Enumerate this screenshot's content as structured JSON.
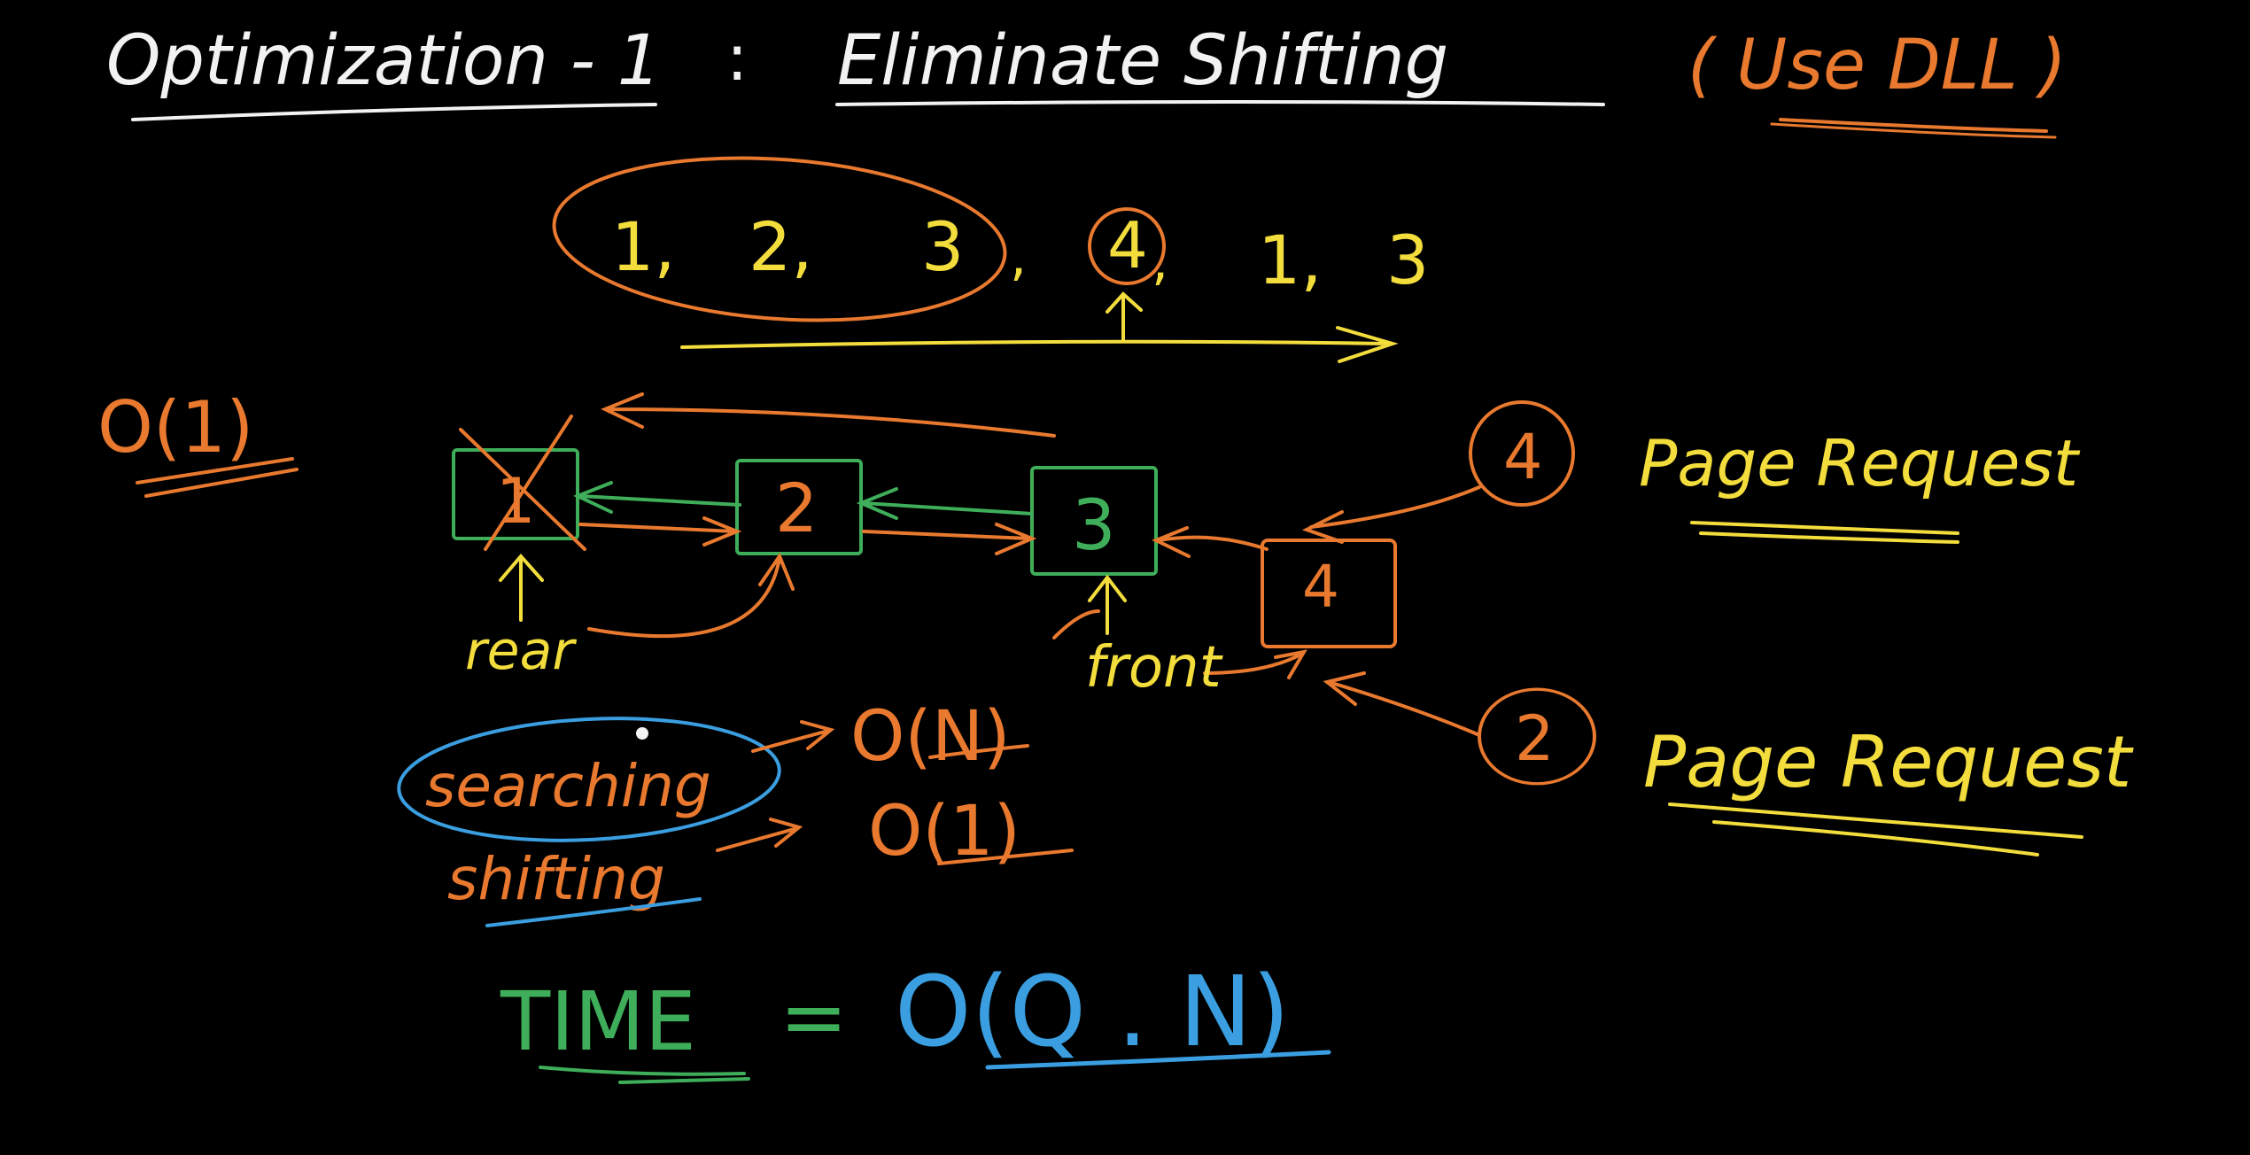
{
  "colors": {
    "background": "#000000",
    "white": "#f2f2f2",
    "orange": "#e8792e",
    "yellow": "#f3dd3c",
    "green": "#3fae5a",
    "blue": "#3a9ee0"
  },
  "title": {
    "left": "Optimization - 1",
    "colon": ":",
    "right": "Eliminate Shifting",
    "note": "( Use DLL )"
  },
  "sequence": {
    "items": [
      "1,",
      "2,",
      "3",
      ",",
      "4",
      ",",
      "1,",
      "3"
    ]
  },
  "complexity_left": "O(1)",
  "nodes": [
    "1",
    "2",
    "3",
    "4"
  ],
  "labels": {
    "rear": "rear",
    "front": "front"
  },
  "requests": [
    {
      "page": "4",
      "label": "Page Request"
    },
    {
      "page": "2",
      "label": "Page Request"
    }
  ],
  "ops": [
    {
      "name": "searching",
      "cost": "O(N)"
    },
    {
      "name": "shifting",
      "cost": "O(1)"
    }
  ],
  "time": {
    "label": "TIME",
    "eq": "=",
    "expr": "O(Q . N)"
  }
}
